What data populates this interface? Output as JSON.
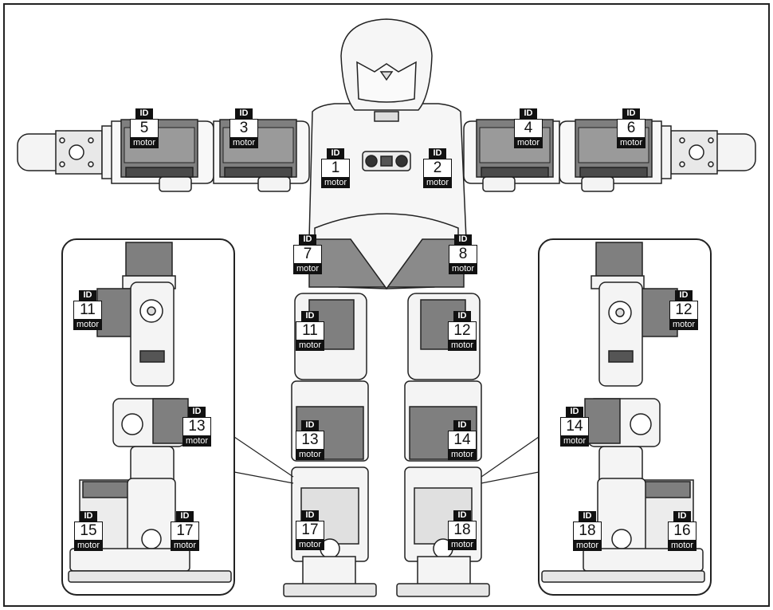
{
  "diagram": {
    "id_label": "ID",
    "unit_label": "motor",
    "colors": {
      "outline": "#222222",
      "part_fill": "#f4f4f4",
      "servo_fill": "#7f7f7f",
      "servo_dark": "#4a4a4a",
      "foot_fill": "#e6e6e6"
    },
    "labels": [
      {
        "key": "m5",
        "id": "5"
      },
      {
        "key": "m3",
        "id": "3"
      },
      {
        "key": "m4",
        "id": "4"
      },
      {
        "key": "m6",
        "id": "6"
      },
      {
        "key": "m1",
        "id": "1"
      },
      {
        "key": "m2",
        "id": "2"
      },
      {
        "key": "m7",
        "id": "7"
      },
      {
        "key": "m8",
        "id": "8"
      },
      {
        "key": "m11",
        "id": "11"
      },
      {
        "key": "m12",
        "id": "12"
      },
      {
        "key": "m13",
        "id": "13"
      },
      {
        "key": "m14",
        "id": "14"
      },
      {
        "key": "m17",
        "id": "17"
      },
      {
        "key": "m18",
        "id": "18"
      },
      {
        "key": "l11",
        "id": "11"
      },
      {
        "key": "l13",
        "id": "13"
      },
      {
        "key": "l15",
        "id": "15"
      },
      {
        "key": "l17",
        "id": "17"
      },
      {
        "key": "r12",
        "id": "12"
      },
      {
        "key": "r14",
        "id": "14"
      },
      {
        "key": "r18",
        "id": "18"
      },
      {
        "key": "r16",
        "id": "16"
      }
    ]
  }
}
